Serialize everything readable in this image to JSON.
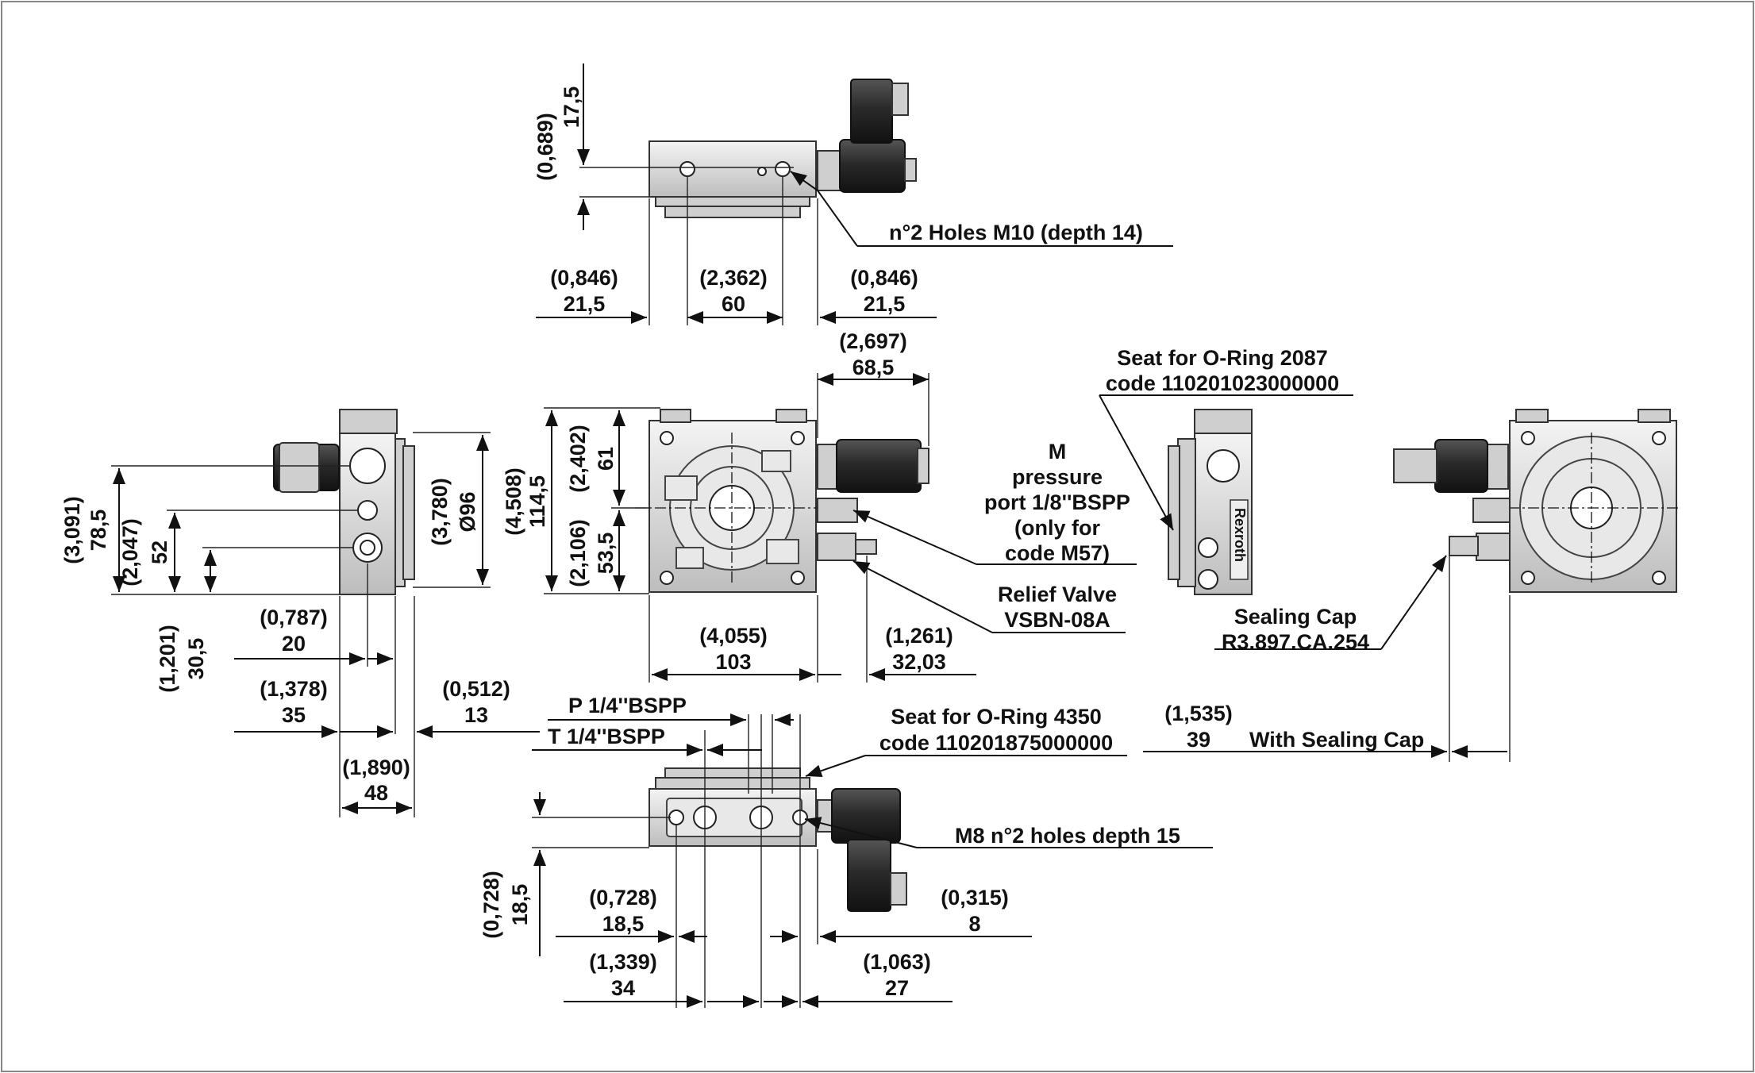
{
  "notes": {
    "holes_m10": "n°2 Holes M10 (depth 14)",
    "oring_2087_line1": "Seat for O-Ring 2087",
    "oring_2087_line2": "code 110201023000000",
    "m_line1": "M",
    "m_line2": "pressure",
    "m_line3": "port 1/8''BSPP",
    "m_line4": "(only for",
    "m_line5": "code M57)",
    "relief_line1": "Relief Valve",
    "relief_line2": "VSBN-08A",
    "sealing_line1": "Sealing Cap",
    "sealing_line2": "R3.897.CA.254",
    "with_sealing_cap": "With Sealing Cap",
    "p_port": "P 1/4''BSPP",
    "t_port": "T 1/4''BSPP",
    "oring_4350_line1": "Seat for O-Ring 4350",
    "oring_4350_line2": "code 110201875000000",
    "m8_holes": "M8 n°2 holes depth 15",
    "logo_text": "Rexroth"
  },
  "dims": {
    "top_h_in": "(0,689)",
    "top_h_mm": "17,5",
    "top_l_in": "(0,846)",
    "top_l_mm": "21,5",
    "top_c_in": "(2,362)",
    "top_c_mm": "60",
    "top_r_in": "(0,846)",
    "top_r_mm": "21,5",
    "front_w_in": "(2,697)",
    "front_w_mm": "68,5",
    "front_h_in": "(4,508)",
    "front_h_mm": "114,5",
    "front_up_in": "(2,402)",
    "front_up_mm": "61",
    "front_lo_in": "(2,106)",
    "front_lo_mm": "53,5",
    "front_b_in": "(4,055)",
    "front_b_mm": "103",
    "front_rv_in": "(1,261)",
    "front_rv_mm": "32,03",
    "side_a_in": "(3,091)",
    "side_a_mm": "78,5",
    "side_b_in": "(2,047)",
    "side_b_mm": "52",
    "side_c_in": "(1,201)",
    "side_c_mm": "30,5",
    "side_dia_in": "(3,780)",
    "side_dia_mm": "Ø96",
    "side_d_in": "(0,787)",
    "side_d_mm": "20",
    "side_e_in": "(1,378)",
    "side_e_mm": "35",
    "side_f_in": "(0,512)",
    "side_f_mm": "13",
    "side_g_in": "(1,890)",
    "side_g_mm": "48",
    "bot_h_in": "(0,728)",
    "bot_h_mm": "18,5",
    "bot_a_in": "(0,728)",
    "bot_a_mm": "18,5",
    "bot_b_in": "(1,339)",
    "bot_b_mm": "34",
    "bot_c_in": "(0,315)",
    "bot_c_mm": "8",
    "bot_d_in": "(1,063)",
    "bot_d_mm": "27",
    "cap_in": "(1,535)",
    "cap_mm": "39"
  }
}
